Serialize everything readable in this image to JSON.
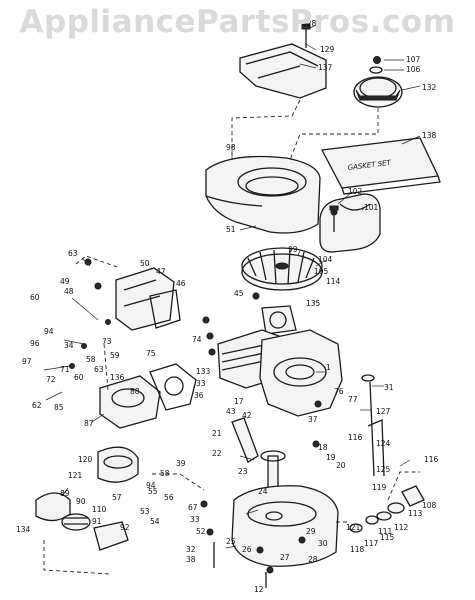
{
  "watermark": "AppliancePartsPros.com",
  "gasket_set_label": "GASKET SET",
  "callouts": [
    "128",
    "129",
    "137",
    "107",
    "106",
    "132",
    "138",
    "98",
    "102",
    "101",
    "51",
    "99",
    "104",
    "105",
    "114",
    "63",
    "50",
    "47",
    "49",
    "48",
    "46",
    "45",
    "135",
    "60",
    "94",
    "73",
    "74",
    "96",
    "97",
    "34",
    "59",
    "75",
    "58",
    "63",
    "60",
    "71",
    "72",
    "85",
    "62",
    "136",
    "88",
    "87",
    "133",
    "1",
    "33",
    "31",
    "76",
    "77",
    "127",
    "36",
    "17",
    "43",
    "42",
    "37",
    "124",
    "116",
    "18",
    "19",
    "20",
    "125",
    "21",
    "22",
    "119",
    "116",
    "39",
    "23",
    "121",
    "55",
    "56",
    "67",
    "24",
    "54",
    "53",
    "57",
    "94",
    "58",
    "33",
    "32",
    "38",
    "25",
    "26",
    "27",
    "29",
    "28",
    "30",
    "12",
    "120",
    "134",
    "89",
    "90",
    "110",
    "91",
    "92",
    "121",
    "118",
    "117",
    "115",
    "113",
    "112",
    "111",
    "108",
    "52"
  ]
}
